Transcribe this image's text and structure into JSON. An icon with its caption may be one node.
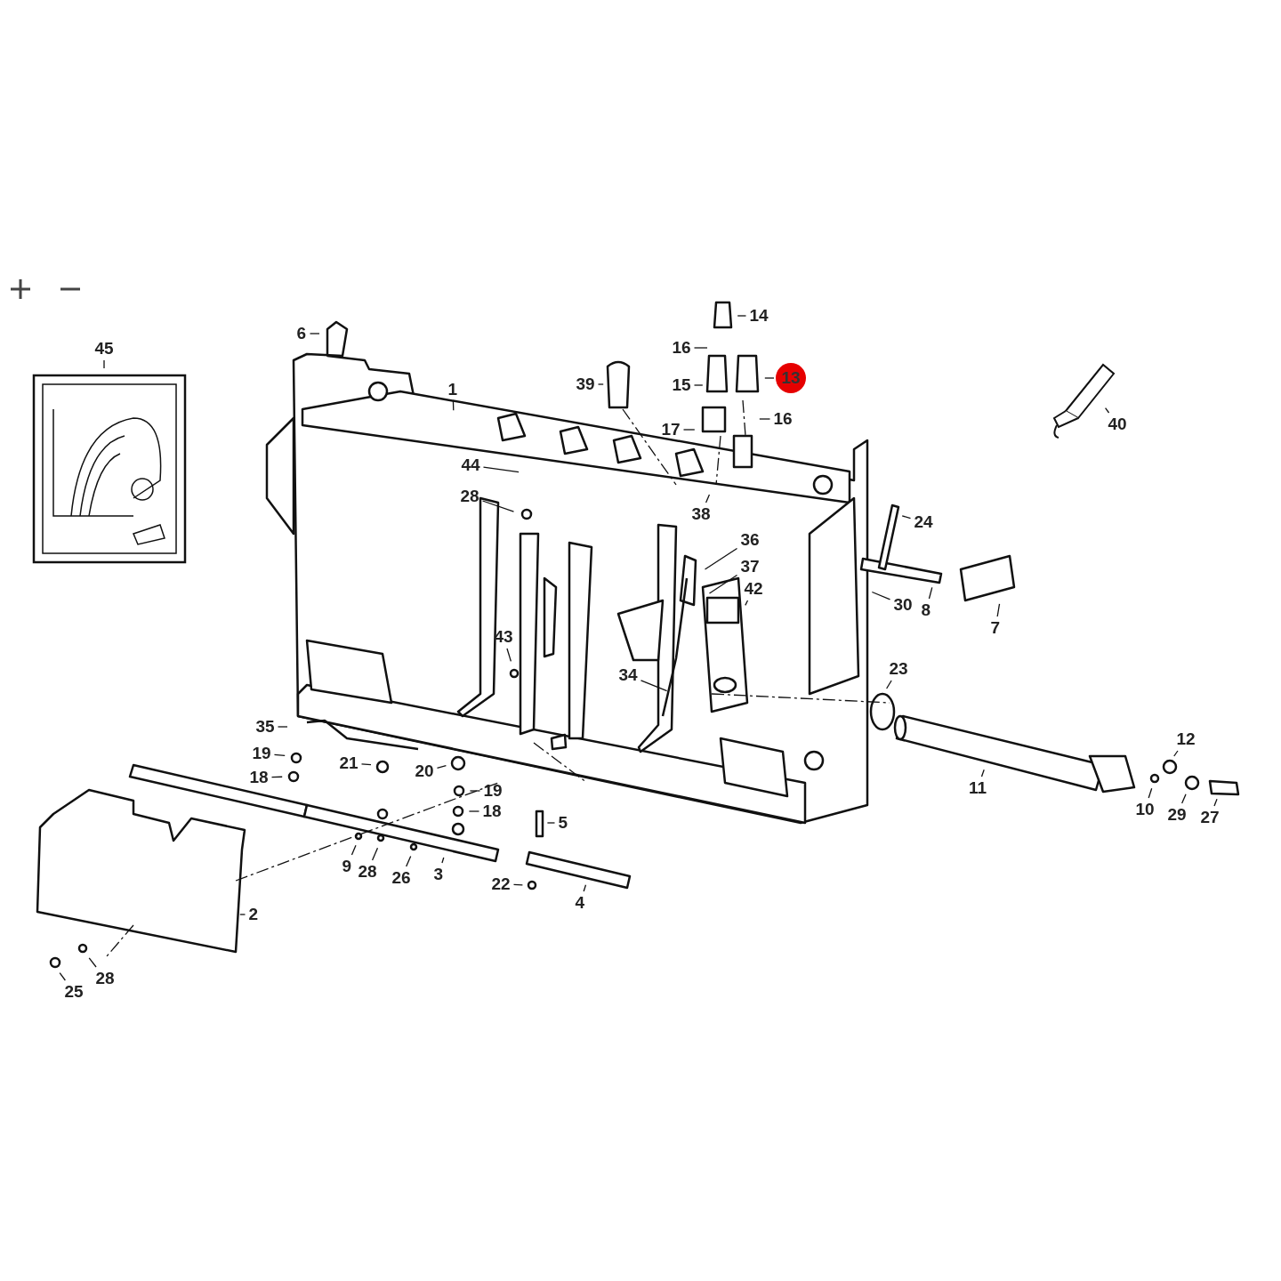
{
  "diagram": {
    "nodes": [
      {
        "text": [
          "45"
        ]
      },
      {
        "text": [
          "6"
        ]
      },
      {
        "text": [
          "1"
        ]
      },
      {
        "text": [
          "14"
        ]
      },
      {
        "text": [
          "16"
        ]
      },
      {
        "text": [
          "39"
        ]
      },
      {
        "text": [
          "15"
        ]
      },
      {
        "text": [
          "13"
        ]
      },
      {
        "text": [
          "16"
        ]
      },
      {
        "text": [
          "17"
        ]
      },
      {
        "text": [
          "40"
        ]
      },
      {
        "text": [
          "44"
        ]
      },
      {
        "text": [
          "28"
        ]
      },
      {
        "text": [
          "38"
        ]
      },
      {
        "text": [
          "24"
        ]
      },
      {
        "text": [
          "36"
        ]
      },
      {
        "text": [
          "37"
        ]
      },
      {
        "text": [
          "42"
        ]
      },
      {
        "text": [
          "30"
        ]
      },
      {
        "text": [
          "8"
        ]
      },
      {
        "text": [
          "7"
        ]
      },
      {
        "text": [
          "43"
        ]
      },
      {
        "text": [
          "34"
        ]
      },
      {
        "text": [
          "23"
        ]
      },
      {
        "text": [
          "35"
        ]
      },
      {
        "text": [
          "12"
        ]
      },
      {
        "text": [
          "19"
        ]
      },
      {
        "text": [
          "21"
        ]
      },
      {
        "text": [
          "20"
        ]
      },
      {
        "text": [
          "11"
        ]
      },
      {
        "text": [
          "18"
        ]
      },
      {
        "text": [
          "19"
        ]
      },
      {
        "text": [
          "18"
        ]
      },
      {
        "text": [
          "10"
        ]
      },
      {
        "text": [
          "29"
        ]
      },
      {
        "text": [
          "27"
        ]
      },
      {
        "text": [
          "5"
        ]
      },
      {
        "text": [
          "9"
        ]
      },
      {
        "text": [
          "28"
        ]
      },
      {
        "text": [
          "26"
        ]
      },
      {
        "text": [
          "3"
        ]
      },
      {
        "text": [
          "22"
        ]
      },
      {
        "text": [
          "4"
        ]
      },
      {
        "text": [
          "2"
        ]
      },
      {
        "text": [
          "25"
        ]
      },
      {
        "text": [
          "28"
        ]
      }
    ],
    "edges": [
      {
        "from": 0,
        "to": null,
        "arrow": "none"
      },
      {
        "from": 1,
        "to": null,
        "arrow": "none"
      },
      {
        "from": 2,
        "to": null,
        "arrow": "none"
      },
      {
        "from": 3,
        "to": null,
        "arrow": "none"
      },
      {
        "from": 4,
        "to": null,
        "arrow": "none"
      },
      {
        "from": 5,
        "to": null,
        "arrow": "none"
      },
      {
        "from": 6,
        "to": null,
        "arrow": "none"
      },
      {
        "from": 7,
        "to": null,
        "arrow": "none"
      },
      {
        "from": 8,
        "to": null,
        "arrow": "none"
      },
      {
        "from": 9,
        "to": null,
        "arrow": "none"
      },
      {
        "from": 10,
        "to": null,
        "arrow": "none"
      },
      {
        "from": 11,
        "to": null,
        "arrow": "none"
      },
      {
        "from": 12,
        "to": null,
        "arrow": "none"
      },
      {
        "from": 13,
        "to": null,
        "arrow": "none"
      },
      {
        "from": 14,
        "to": null,
        "arrow": "none"
      },
      {
        "from": 15,
        "to": null,
        "arrow": "none"
      },
      {
        "from": 16,
        "to": null,
        "arrow": "none"
      },
      {
        "from": 17,
        "to": null,
        "arrow": "none"
      },
      {
        "from": 18,
        "to": null,
        "arrow": "none"
      },
      {
        "from": 19,
        "to": null,
        "arrow": "none"
      },
      {
        "from": 20,
        "to": null,
        "arrow": "none"
      },
      {
        "from": 21,
        "to": null,
        "arrow": "none"
      },
      {
        "from": 22,
        "to": null,
        "arrow": "none"
      },
      {
        "from": 23,
        "to": null,
        "arrow": "none"
      },
      {
        "from": 24,
        "to": null,
        "arrow": "none"
      },
      {
        "from": 25,
        "to": null,
        "arrow": "none"
      },
      {
        "from": 26,
        "to": null,
        "arrow": "none"
      },
      {
        "from": 27,
        "to": null,
        "arrow": "none"
      },
      {
        "from": 28,
        "to": null,
        "arrow": "none"
      },
      {
        "from": 29,
        "to": null,
        "arrow": "none"
      },
      {
        "from": 30,
        "to": null,
        "arrow": "none"
      },
      {
        "from": 31,
        "to": null,
        "arrow": "none"
      },
      {
        "from": 32,
        "to": null,
        "arrow": "none"
      },
      {
        "from": 33,
        "to": null,
        "arrow": "none"
      },
      {
        "from": 34,
        "to": null,
        "arrow": "none"
      },
      {
        "from": 35,
        "to": null,
        "arrow": "none"
      },
      {
        "from": 36,
        "to": null,
        "arrow": "none"
      },
      {
        "from": 37,
        "to": null,
        "arrow": "none"
      },
      {
        "from": 38,
        "to": null,
        "arrow": "none"
      },
      {
        "from": 39,
        "to": null,
        "arrow": "none"
      },
      {
        "from": 40,
        "to": null,
        "arrow": "none"
      },
      {
        "from": 41,
        "to": null,
        "arrow": "none"
      },
      {
        "from": 42,
        "to": null,
        "arrow": "none"
      },
      {
        "from": 43,
        "to": null,
        "arrow": "none"
      },
      {
        "from": 44,
        "to": null,
        "arrow": "none"
      },
      {
        "from": 45,
        "to": null,
        "arrow": "none"
      }
    ]
  }
}
